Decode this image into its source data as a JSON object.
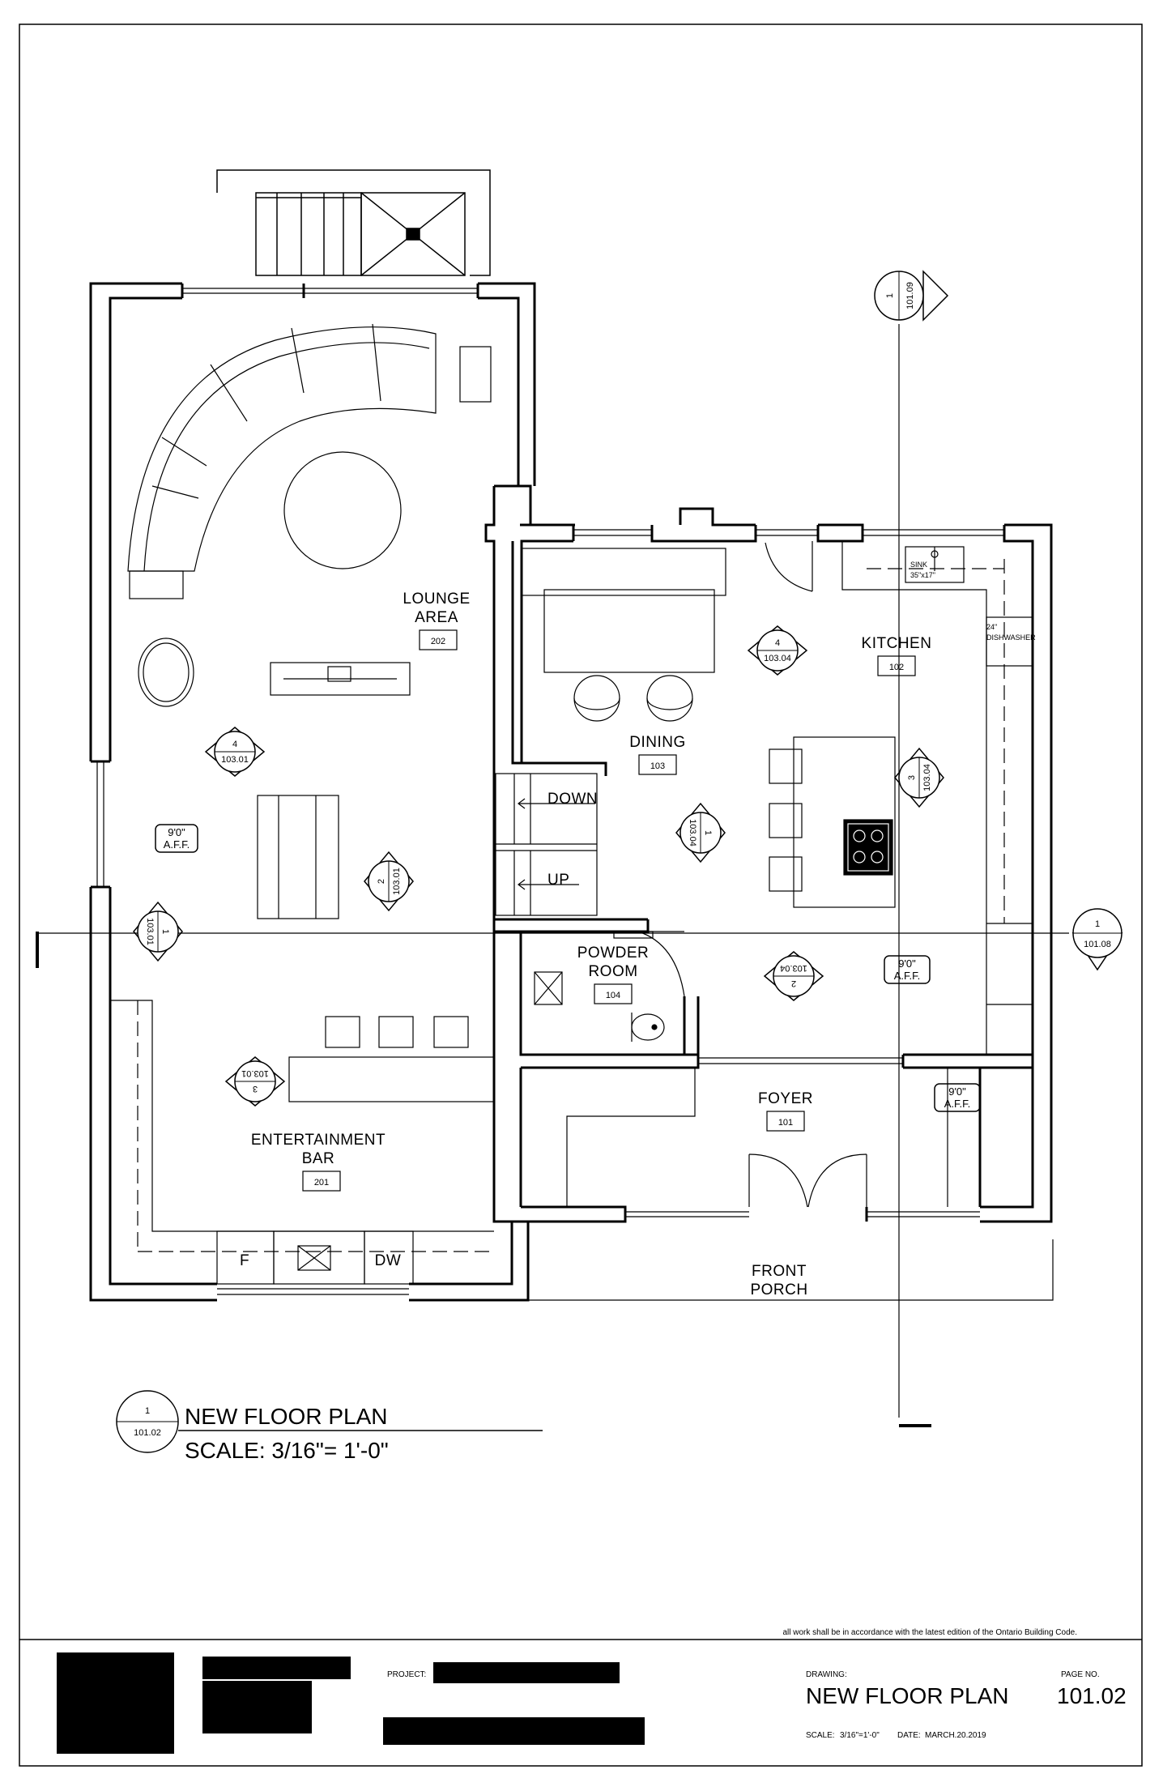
{
  "plan": {
    "rooms": {
      "lounge": {
        "name_line1": "LOUNGE",
        "name_line2": "AREA",
        "number": "202"
      },
      "dining": {
        "name": "DINING",
        "number": "103"
      },
      "kitchen": {
        "name": "KITCHEN",
        "number": "102"
      },
      "powder": {
        "name_line1": "POWDER",
        "name_line2": "ROOM",
        "number": "104"
      },
      "foyer": {
        "name": "FOYER",
        "number": "101"
      },
      "bar": {
        "name_line1": "ENTERTAINMENT",
        "name_line2": "BAR",
        "number": "201"
      },
      "porch": {
        "name_line1": "FRONT",
        "name_line2": "PORCH"
      }
    },
    "stairs": {
      "down": "DOWN",
      "up": "UP"
    },
    "fixtures": {
      "sink_line1": "SINK",
      "sink_line2": "35\"x17\"",
      "dishwasher_line1": "24\"",
      "dishwasher_line2": "DISHWASHER",
      "bar_fridge": "F",
      "bar_dishwasher": "DW"
    },
    "ceiling_heights": [
      {
        "line1": "9'0\"",
        "line2": "A.F.F."
      },
      {
        "line1": "9'0\"",
        "line2": "A.F.F."
      },
      {
        "line1": "9'0\"",
        "line2": "A.F.F."
      }
    ],
    "elevation_tags": [
      {
        "num": "4",
        "sheet": "103.01"
      },
      {
        "num": "1",
        "sheet": "103.01"
      },
      {
        "num": "2",
        "sheet": "103.01"
      },
      {
        "num": "3",
        "sheet": "103.01"
      },
      {
        "num": "4",
        "sheet": "103.04"
      },
      {
        "num": "3",
        "sheet": "103.04"
      },
      {
        "num": "1",
        "sheet": "103.04"
      },
      {
        "num": "2",
        "sheet": "103.04"
      }
    ],
    "section_markers": [
      {
        "num": "1",
        "sheet": "101.09"
      },
      {
        "num": "1",
        "sheet": "101.08"
      }
    ]
  },
  "drawing_title": {
    "num": "1",
    "sheet": "101.02",
    "title": "NEW FLOOR PLAN",
    "scale": "SCALE: 3/16\"= 1'-0\""
  },
  "notes": {
    "code": "all work shall be in accordance with the latest edition of the Ontario Building Code."
  },
  "title_block": {
    "project_label": "PROJECT:",
    "drawing_label": "DRAWING:",
    "drawing_name": "NEW FLOOR PLAN",
    "page_label": "PAGE NO.",
    "page_number": "101.02",
    "scale_label": "SCALE:",
    "scale_value": "3/16\"=1'-0\"",
    "date_label": "DATE:",
    "date_value": "MARCH.20.2019"
  }
}
